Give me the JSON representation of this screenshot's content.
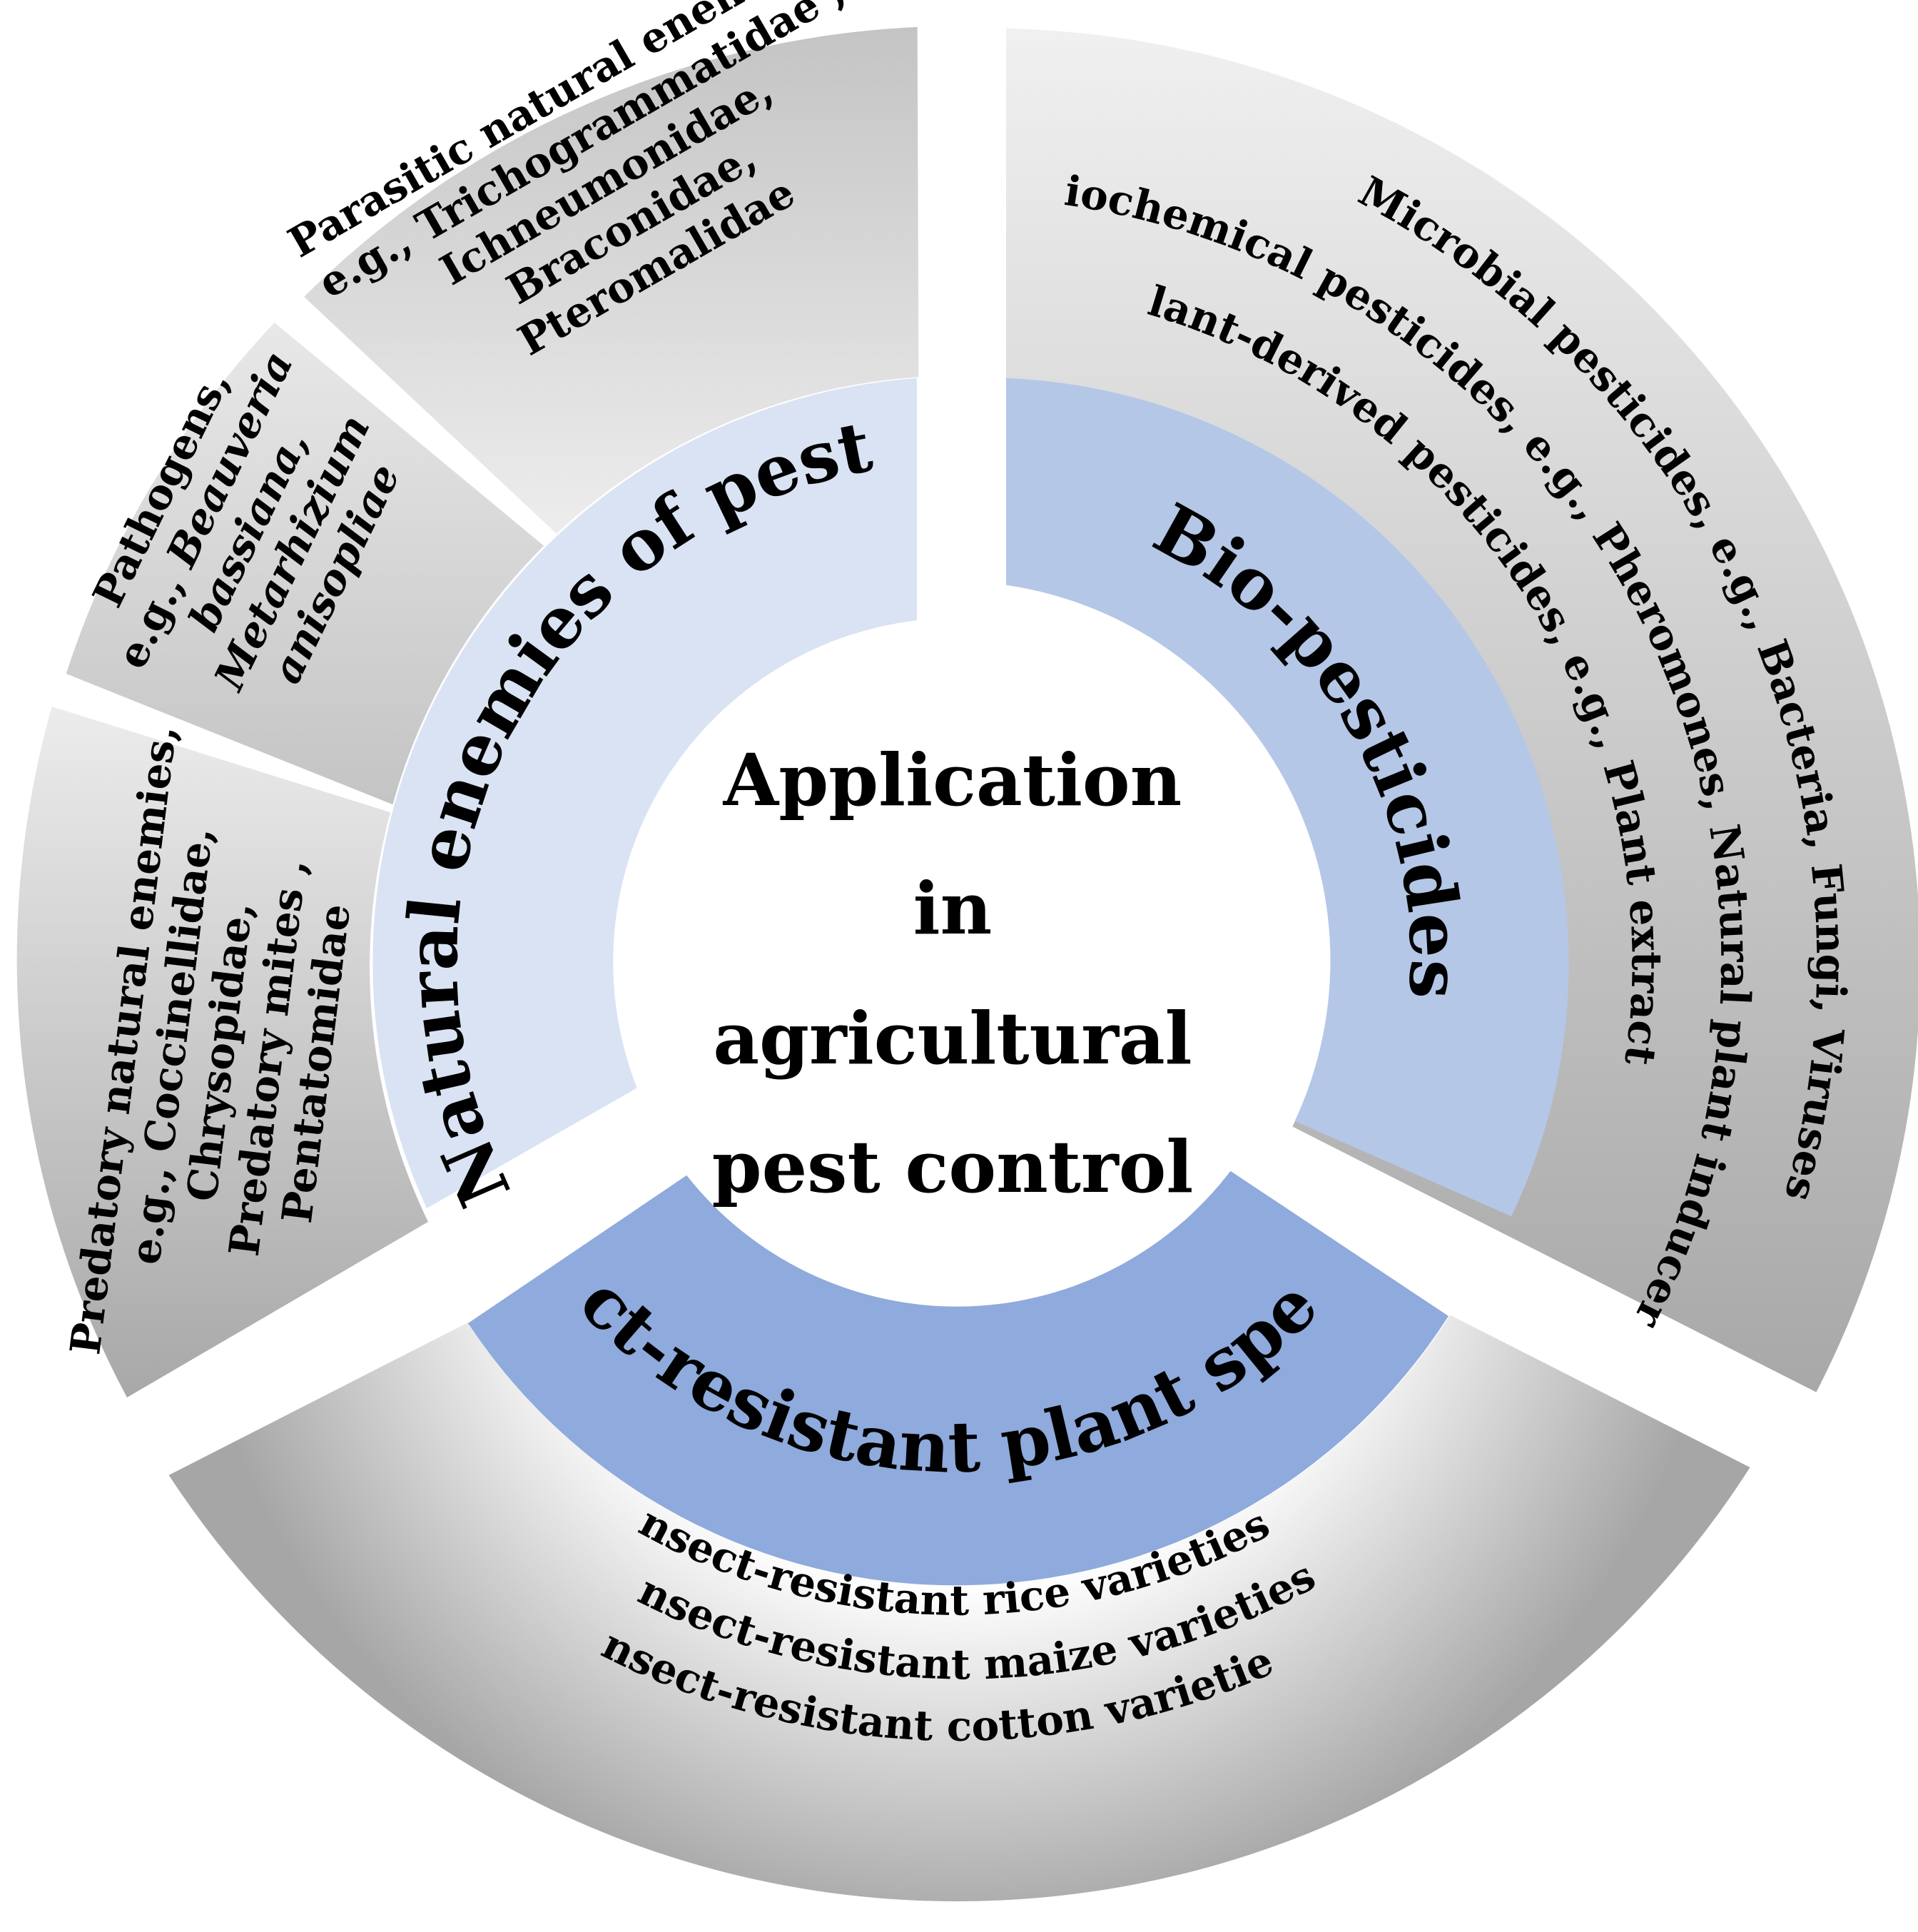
{
  "center": {
    "lines": [
      "Application",
      "in",
      "agricultural",
      "pest control"
    ]
  },
  "ring": {
    "natural_enemies": "Natural enemies of pests",
    "biopesticides": "Bio-pesticides",
    "insect_resistant": "Insect-resistant plant species"
  },
  "outer": {
    "biopesticides": {
      "line1": "Microbial pesticides, e.g., Bacteria, Fungi, Viruses",
      "line2": "Biochemical pesticides, e.g., Pheromones, Natural plant inducers",
      "line3": "Plant-derived pesticides, e.g., Plant extracts"
    },
    "parasitic": {
      "line1": "Parasitic natural enemies,",
      "line2": "e.g., Trichogrammatidae ,",
      "line3": "Ichneumonidae,",
      "line4": "Braconidae,",
      "line5": "Pteromalidae"
    },
    "pathogens": {
      "line1": "Pathogens,",
      "line2_prefix": "e.g., ",
      "line2_italic": "Beauveria",
      "line3": "bassiana,",
      "line4": "Metarhizium",
      "line5": "anisopliae"
    },
    "predatory": {
      "line1": "Predatory natural enemies,",
      "line2": "e.g., Coccinellidae,",
      "line3": "Chrysopidae,",
      "line4": "Predatory mites ,",
      "line5": "Pentatomidae"
    },
    "resistant_varieties": {
      "line1": "Insect-resistant rice varieties ,",
      "line2": "Insect-resistant maize varieties,",
      "line3": "Insect-resistant cotton varieties"
    }
  },
  "colors": {
    "natural_enemies_ring": "#dae3f3",
    "biopesticides_ring": "#b4c7e7",
    "insect_resistant_ring": "#8faadc",
    "outer_gray_light": "#efefef",
    "outer_gray_dark": "#a6a6a6"
  }
}
